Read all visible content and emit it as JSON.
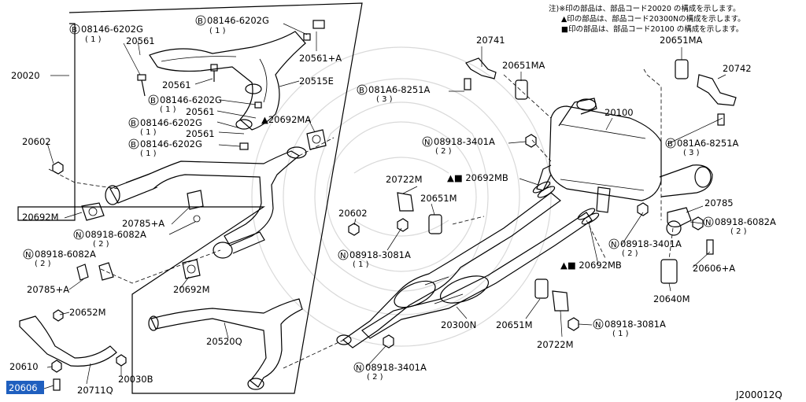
{
  "notes": [
    "注)※印の部品は、部品コード20020 の構成を示します。",
    "▲印の部品は、部品コード20300Nの構成を示します。",
    "■印の部品は、部品コード20100 の構成を示します。"
  ],
  "diagram_code": "J200012Q",
  "highlight_color": "#1f5fbf",
  "labels": {
    "p20020": "20020",
    "b08146_1": "08146-6202G",
    "q1_1": "( 1 )",
    "p20561_a": "20561",
    "b08146_2": "08146-6202G",
    "q1_2": "( 1 )",
    "p20561A_1": "20561+A",
    "p20515E": "20515E",
    "p20561_b": "20561",
    "b08146_3": "08146-6202G",
    "q1_3": "( 1 )",
    "p20561_c": "20561",
    "b08146_4": "08146-6202G",
    "q1_4": "( 1 )",
    "p20561_d": "20561",
    "b08146_5": "08146-6202G",
    "q1_5": "( 1 )",
    "p20692MA_1": "▲20692MA",
    "p20602_a": "20602",
    "p20692M_a": "20692M",
    "p20785A_a": "20785+A",
    "n08918_6082A_a": "08918-6082A",
    "q2_a": "( 2 )",
    "n08918_6082A_b": "08918-6082A",
    "q2_b": "( 2 )",
    "p20785A_b": "20785+A",
    "p20692M_b": "20692M",
    "p20652M": "20652M",
    "p20520Q": "20520Q",
    "p20610": "20610",
    "p20030B": "20030B",
    "p20606": "20606",
    "p20711Q": "20711Q",
    "p20602_b": "20602",
    "p20741": "20741",
    "p20651MA_a": "20651MA",
    "b081A6_a": "081A6-8251A",
    "q3_a": "( 3 )",
    "n08918_3401A_a": "08918-3401A",
    "q2_c": "( 2 )",
    "p20692MB_a": "▲■ 20692MB",
    "p20722M_a": "20722M",
    "p20651M_a": "20651M",
    "n08918_3081A_a": "08918-3081A",
    "q1_6": "( 1 )",
    "p20651MA_b": "20651MA",
    "p20742": "20742",
    "p20100": "20100",
    "b081A6_b": "081A6-8251A",
    "q3_b": "( 3 )",
    "p20785": "20785",
    "n08918_6082A_c": "08918-6082A",
    "q2_d": "( 2 )",
    "n08918_3401A_b": "08918-3401A",
    "q2_e": "( 2 )",
    "p20606A": "20606+A",
    "p20692MB_b": "▲■ 20692MB",
    "p20640M": "20640M",
    "p20300N": "20300N",
    "p20651M_b": "20651M",
    "n08918_3081A_b": "08918-3081A",
    "q1_7": "( 1 )",
    "p20722M_b": "20722M",
    "n08918_3401A_c": "08918-3401A",
    "q2_f": "( 2 )"
  },
  "prefix": {
    "bolt_b": "B",
    "nut_n": "N"
  }
}
